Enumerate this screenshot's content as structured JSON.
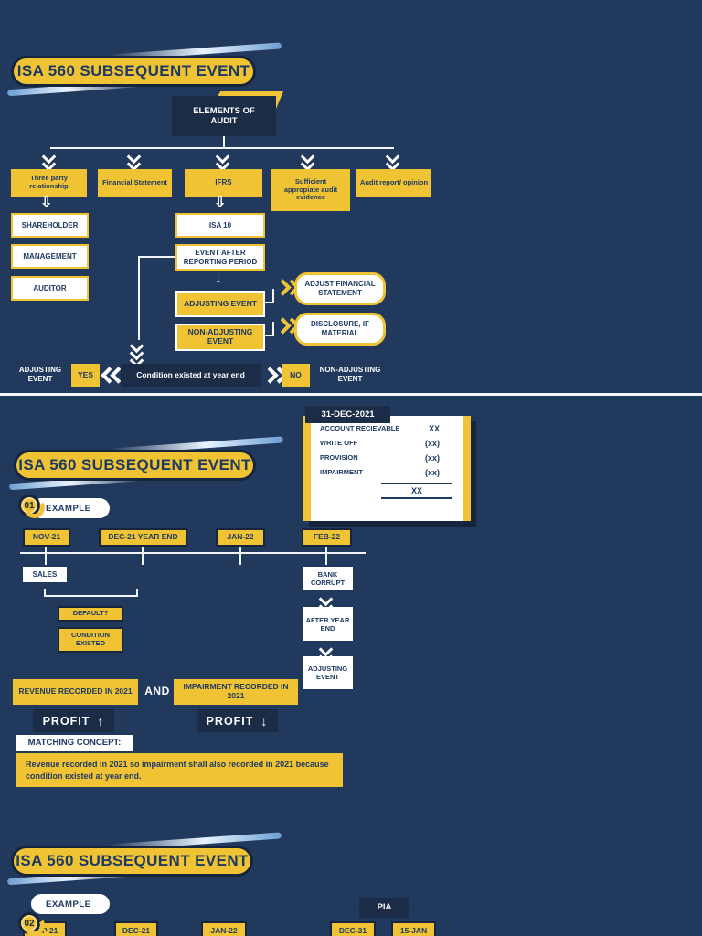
{
  "icons": {
    "arrow_down_hollow": "⇩",
    "arrow_down": "↓",
    "arrow_up": "↑"
  },
  "s1": {
    "title": "ISA 560 SUBSEQUENT EVENT",
    "root": "ELEMENTS OF AUDIT",
    "branches": [
      "Three party relationship",
      "Financial Statement",
      "IFRS",
      "Sufficient appropiate audit evidence",
      "Audit report/ opinion"
    ],
    "parties": [
      "SHAREHOLDER",
      "MANAGEMENT",
      "AUDITOR"
    ],
    "isa10": "ISA 10",
    "event_after": "EVENT AFTER REPORTING PERIOD",
    "adjusting": "ADJUSTING EVENT",
    "non_adjusting": "NON-ADJUSTING EVENT",
    "adjust_fs": "ADJUST FINANCIAL STATEMENT",
    "disclosure": "DISCLOSURE, IF MATERIAL",
    "decision": {
      "left_label": "ADJUSTING EVENT",
      "yes": "YES",
      "condition": "Condition existed at year end",
      "no": "NO",
      "right_label": "NON-ADJUSTING EVENT"
    }
  },
  "s2": {
    "title": "ISA 560 SUBSEQUENT EVENT",
    "example_no": "01",
    "example_label": "EXAMPLE",
    "ledger": {
      "date": "31-DEC-2021",
      "rows": [
        {
          "label": "ACCOUNT RECIEVABLE",
          "value": "XX"
        },
        {
          "label": "WRITE OFF",
          "value": "(xx)"
        },
        {
          "label": "PROVISION",
          "value": "(xx)"
        },
        {
          "label": "IMPAIRMENT",
          "value": "(xx)"
        }
      ],
      "total": "XX"
    },
    "timeline": [
      "NOV-21",
      "DEC-21 YEAR END",
      "JAN-22",
      "FEB-22"
    ],
    "sales": "SALES",
    "default_q": "DEFAULT?",
    "condition_existed": "CONDITION EXISTED",
    "bank_corrupt": "BANK CORRUPT",
    "after_year_end": "AFTER YEAR END",
    "adjusting_event": "ADJUSTING EVENT",
    "revenue": "REVENUE RECORDED IN 2021",
    "and": "AND",
    "impairment": "IMPAIRMENT RECORDED IN 2021",
    "profit_up": "PROFIT",
    "profit_down": "PROFIT",
    "matching_title": "MATCHING CONCEPT:",
    "matching_body": "Revenue recorded in 2021 so impairment shall also recorded in 2021 because condition existed at year end."
  },
  "s3": {
    "title": "ISA 560 SUBSEQUENT EVENT",
    "example_no": "02",
    "example_label": "EXAMPLE",
    "pia": "PIA",
    "timeline": [
      "SEP 21",
      "DEC-21",
      "JAN-22",
      "DEC-31",
      "15-JAN"
    ]
  }
}
